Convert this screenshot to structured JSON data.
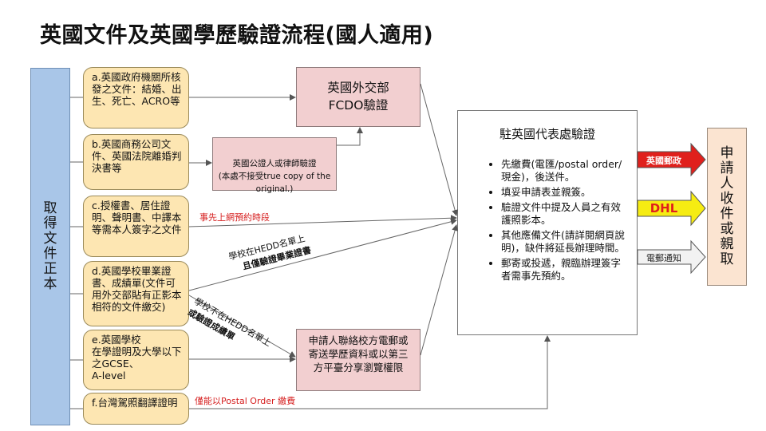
{
  "title": "英國文件及英國學歷驗證流程(國人適用)",
  "left_bar": {
    "text": "取得文件正本"
  },
  "sources": [
    {
      "id": "a",
      "text": "a.英國政府機關所核發之文件：結婚、出生、死亡、ACRO等"
    },
    {
      "id": "b",
      "text": "b.英國商務公司文件、英國法院離婚判決書等"
    },
    {
      "id": "c",
      "text": "c.授權書、居住證明、聲明書、中譯本等需本人簽字之文件"
    },
    {
      "id": "d",
      "text": "d.英國學校畢業證書、成績單(文件可用外交部貼有正影本相符的文件繳交)"
    },
    {
      "id": "e",
      "text": "e.英國學校\n在學證明及大學以下之GCSE、\nA-level"
    },
    {
      "id": "f",
      "text": "f.台灣駕照翻譯證明"
    }
  ],
  "fcdo": {
    "line1": "英國外交部",
    "line2": "FCDO驗證"
  },
  "notary": {
    "text": "英國公證人或律師驗證\n(本處不接受true copy of the original.)"
  },
  "applicant": {
    "text": "申請人聯絡校方電郵或寄送學歷資料或以第三方平臺分享瀏覽權限"
  },
  "rep_office": {
    "title": "駐英國代表處驗證",
    "steps": [
      "先繳費(電匯/postal order/現金)，後送件。",
      "填妥申請表並親簽。",
      "驗證文件中提及人員之有效護照影本。",
      "其他應備文件(請詳閱網頁說明)，缺件將延長辦理時間。",
      "郵寄或投遞，親臨辦理簽字者需事先預約。"
    ]
  },
  "pickup": {
    "text": "申請人收件或親取"
  },
  "delivery": [
    {
      "label": "英國郵政",
      "color": "#e0201c",
      "text_color": "#ffffff"
    },
    {
      "label": "DHL",
      "color": "#f6ec12",
      "text_color": "#e0201c"
    },
    {
      "label": "電郵通知",
      "color": "#f2f2f2",
      "text_color": "#222222"
    }
  ],
  "annotations": {
    "c_note": "事先上網預約時段",
    "d_in_hedd_1": "學校在HEDD名單上",
    "d_in_hedd_2": "且僅驗證畢業證書",
    "d_not_hedd_1": "學校不在HEDD名單上",
    "d_not_hedd_2": "或驗證成績單",
    "f_note": "僅能以Postal Order 繳費"
  }
}
